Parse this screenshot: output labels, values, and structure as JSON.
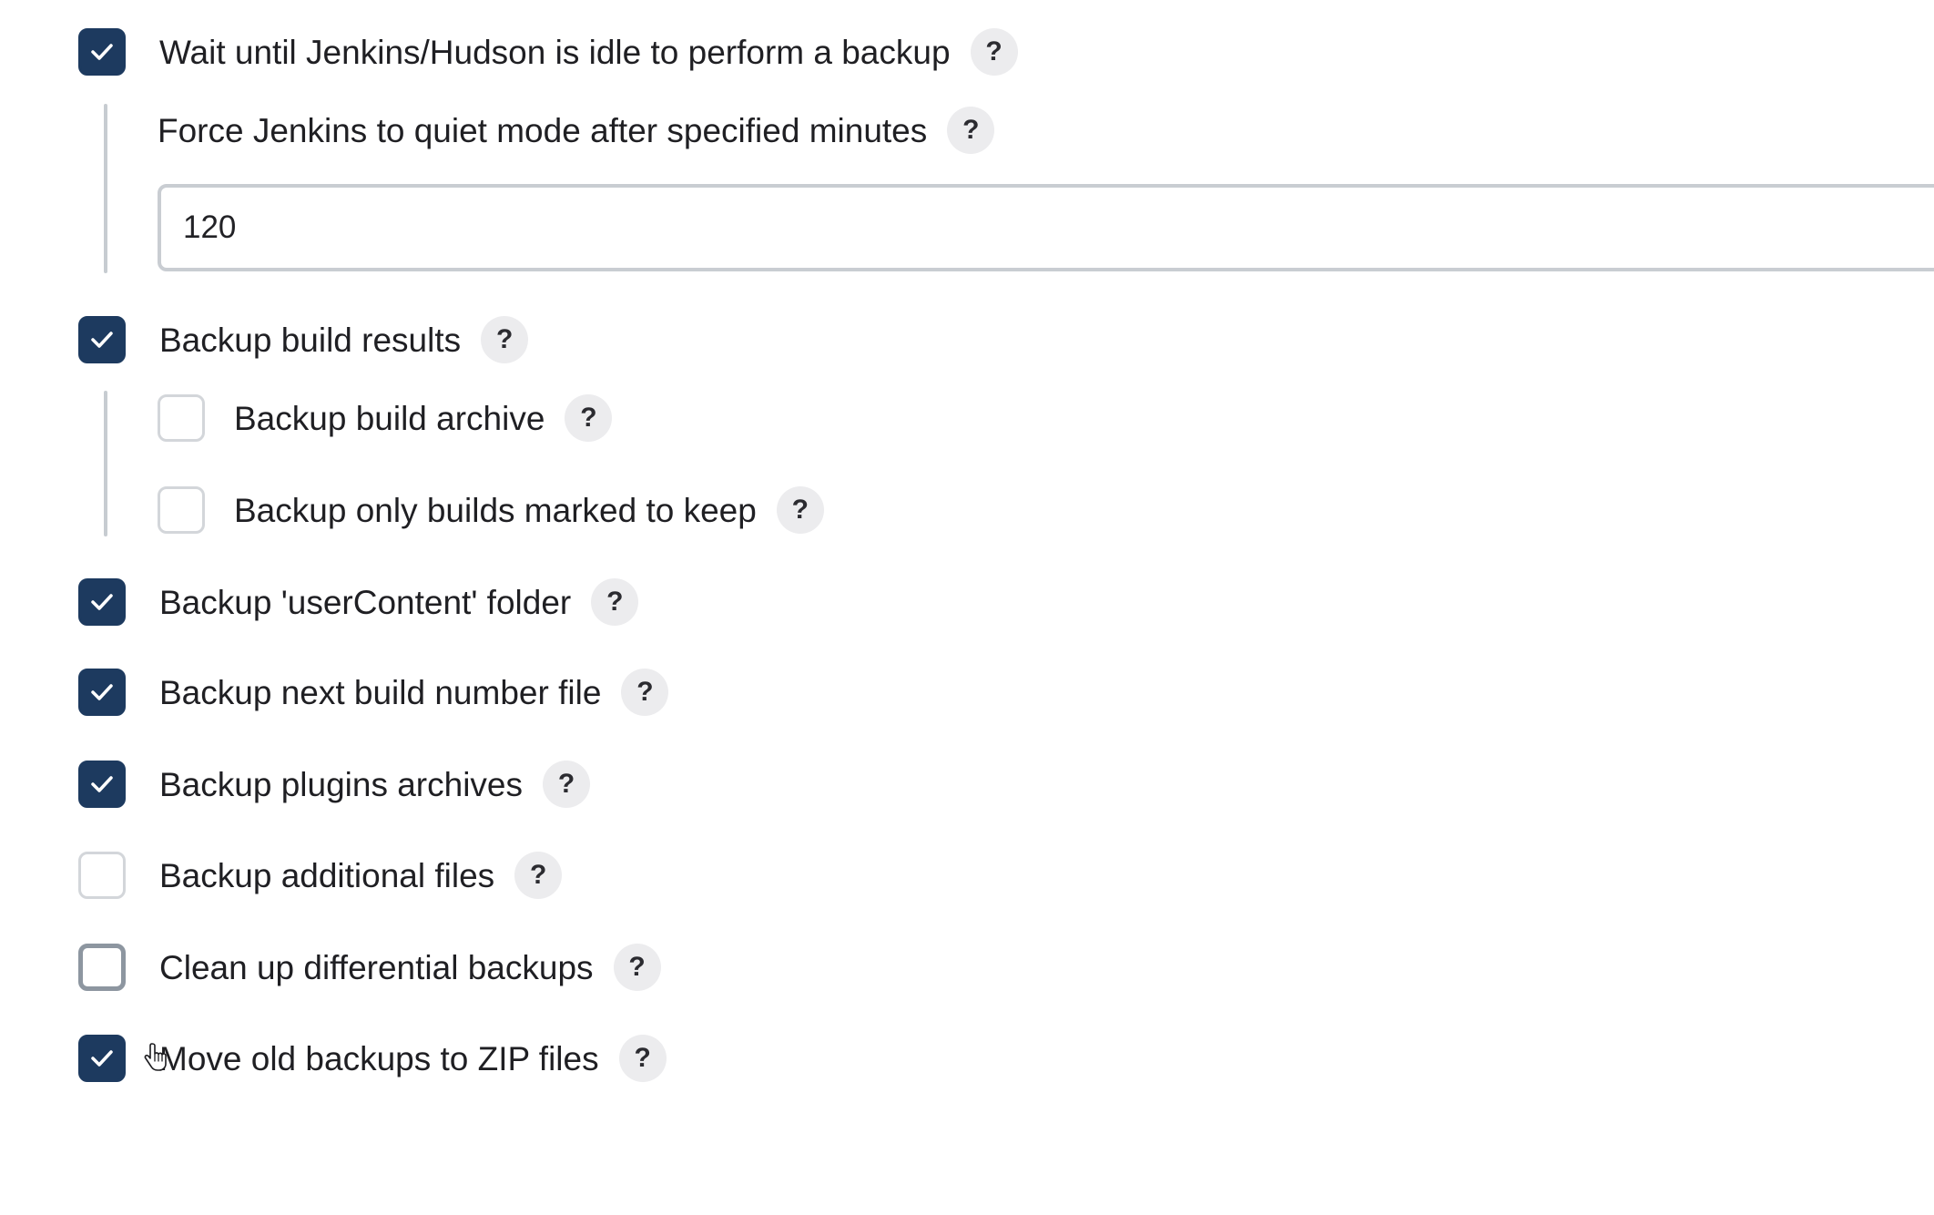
{
  "options": [
    {
      "id": "wait-idle",
      "label": "Wait until Jenkins/Hudson is idle to perform a backup",
      "checked": true,
      "help": "?"
    },
    {
      "id": "backup-build-results",
      "label": "Backup build results",
      "checked": true,
      "help": "?"
    },
    {
      "id": "backup-build-archive",
      "label": "Backup build archive",
      "checked": false,
      "help": "?"
    },
    {
      "id": "backup-builds-keep",
      "label": "Backup only builds marked to keep",
      "checked": false,
      "help": "?"
    },
    {
      "id": "backup-usercontent",
      "label": "Backup 'userContent' folder",
      "checked": true,
      "help": "?"
    },
    {
      "id": "backup-next-build-number",
      "label": "Backup next build number file",
      "checked": true,
      "help": "?"
    },
    {
      "id": "backup-plugins-archives",
      "label": "Backup plugins archives",
      "checked": true,
      "help": "?"
    },
    {
      "id": "backup-additional-files",
      "label": "Backup additional files",
      "checked": false,
      "help": "?"
    },
    {
      "id": "cleanup-differential",
      "label": "Clean up differential backups",
      "checked": false,
      "help": "?"
    },
    {
      "id": "move-old-to-zip",
      "label": "Move old backups to ZIP files",
      "checked": true,
      "help": "?"
    }
  ],
  "quiet_mode": {
    "label": "Force Jenkins to quiet mode after specified minutes",
    "help": "?",
    "value": "120"
  },
  "icons": {
    "checkmark": "check-icon",
    "help": "question-mark-icon",
    "cursor": "hand-pointer-icon"
  },
  "colors": {
    "checked_fill": "#1d3a5f",
    "unchecked_border": "#d3d6da",
    "help_bg": "#ececee"
  }
}
